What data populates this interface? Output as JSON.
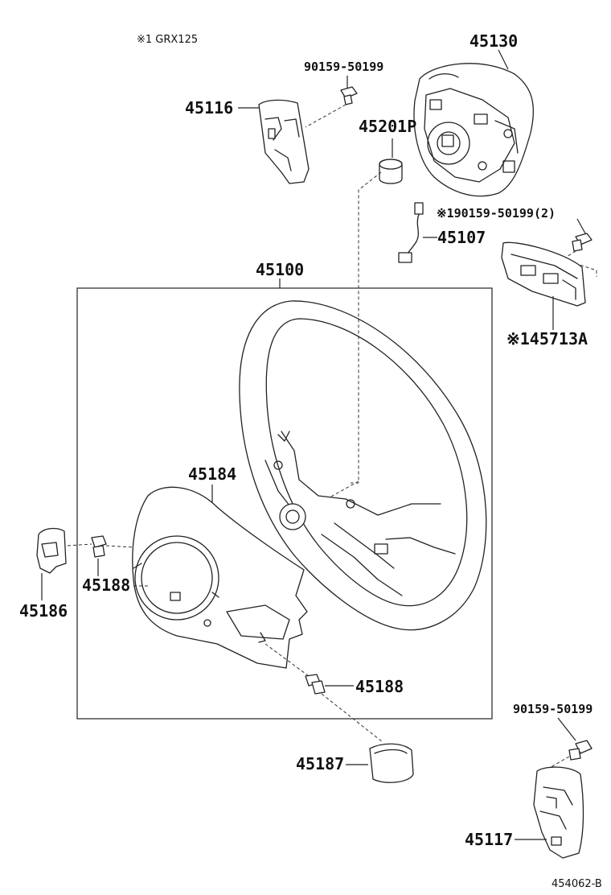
{
  "notes": {
    "model_note": "※1 GRX125",
    "diagram_id": "454062-B"
  },
  "parts": {
    "p45130": "45130",
    "p90159_top": "90159-50199",
    "p45116": "45116",
    "p45201P": "45201P",
    "p90159_2": "※190159-50199(2)",
    "p45107": "45107",
    "p45100": "45100",
    "p45713A": "※145713A",
    "p45184": "45184",
    "p45188_left": "45188",
    "p45186": "45186",
    "p45188_right": "45188",
    "p90159_bottom": "90159-50199",
    "p45187": "45187",
    "p45117": "45117"
  }
}
